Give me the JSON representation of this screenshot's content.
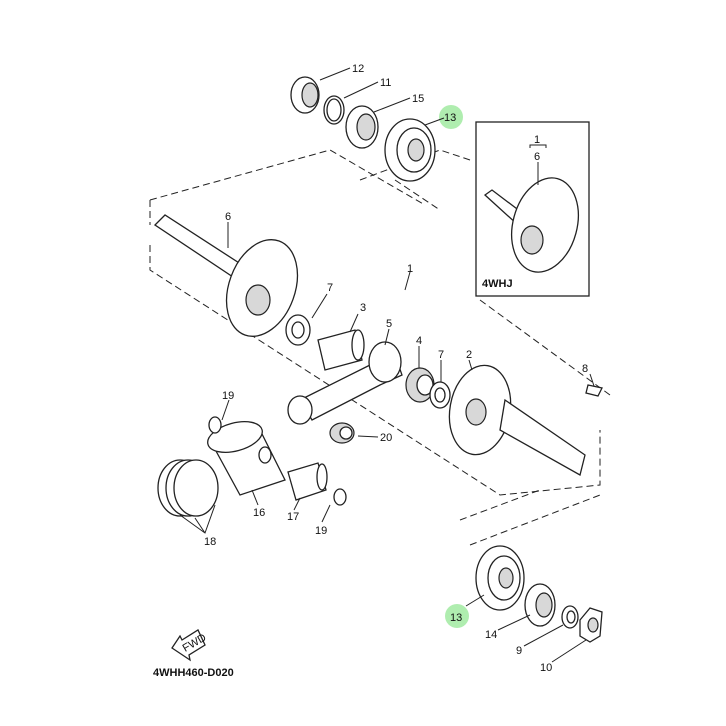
{
  "diagram_code": "4WHH460-D020",
  "fwd_label": "FWD",
  "inset": {
    "code": "4WHJ",
    "ref_top": "1",
    "ref_bottom": "6"
  },
  "highlight_color": "#9be89b",
  "callouts": {
    "c12": "12",
    "c11": "11",
    "c15": "15",
    "c13a": "13",
    "c6": "6",
    "c1": "1",
    "c7a": "7",
    "c3": "3",
    "c5": "5",
    "c4": "4",
    "c7b": "7",
    "c2": "2",
    "c8": "8",
    "c19a": "19",
    "c20": "20",
    "c16": "16",
    "c17": "17",
    "c19b": "19",
    "c18": "18",
    "c13b": "13",
    "c14": "14",
    "c9": "9",
    "c10": "10"
  }
}
